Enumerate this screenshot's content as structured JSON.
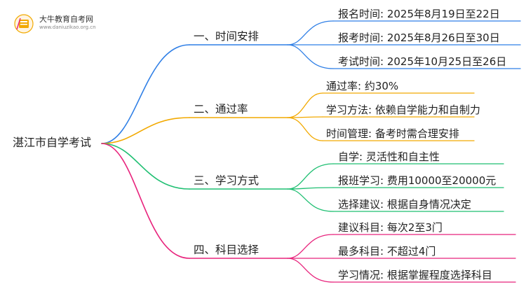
{
  "logo": {
    "name": "大牛教育自考网",
    "url": "www.daniuzikao.org.cn",
    "icon": "book-logo-icon"
  },
  "root": "湛江市自学考试",
  "branches": [
    {
      "label": "一、时间安排",
      "color": "#2f7fe6",
      "items": [
        "报名时间: 2025年8月19日至22日",
        "报考时间: 2025年8月26日至30日",
        "考试时间: 2025年10月25日至26日"
      ]
    },
    {
      "label": "二、通过率",
      "color": "#f2a900",
      "items": [
        "通过率: 约30%",
        "学习方法: 依赖自学能力和自制力",
        "时间管理: 备考时需合理安排"
      ]
    },
    {
      "label": "三、学习方式",
      "color": "#1fbf72",
      "items": [
        "自学: 灵活性和自主性",
        "报班学习: 费用10000至20000元",
        "选择建议: 根据自身情况决定"
      ]
    },
    {
      "label": "四、科目选择",
      "color": "#e8237c",
      "items": [
        "建议科目: 每次2至3门",
        "最多科目: 不超过4门",
        "学习情况: 根据掌握程度选择科目"
      ]
    }
  ]
}
